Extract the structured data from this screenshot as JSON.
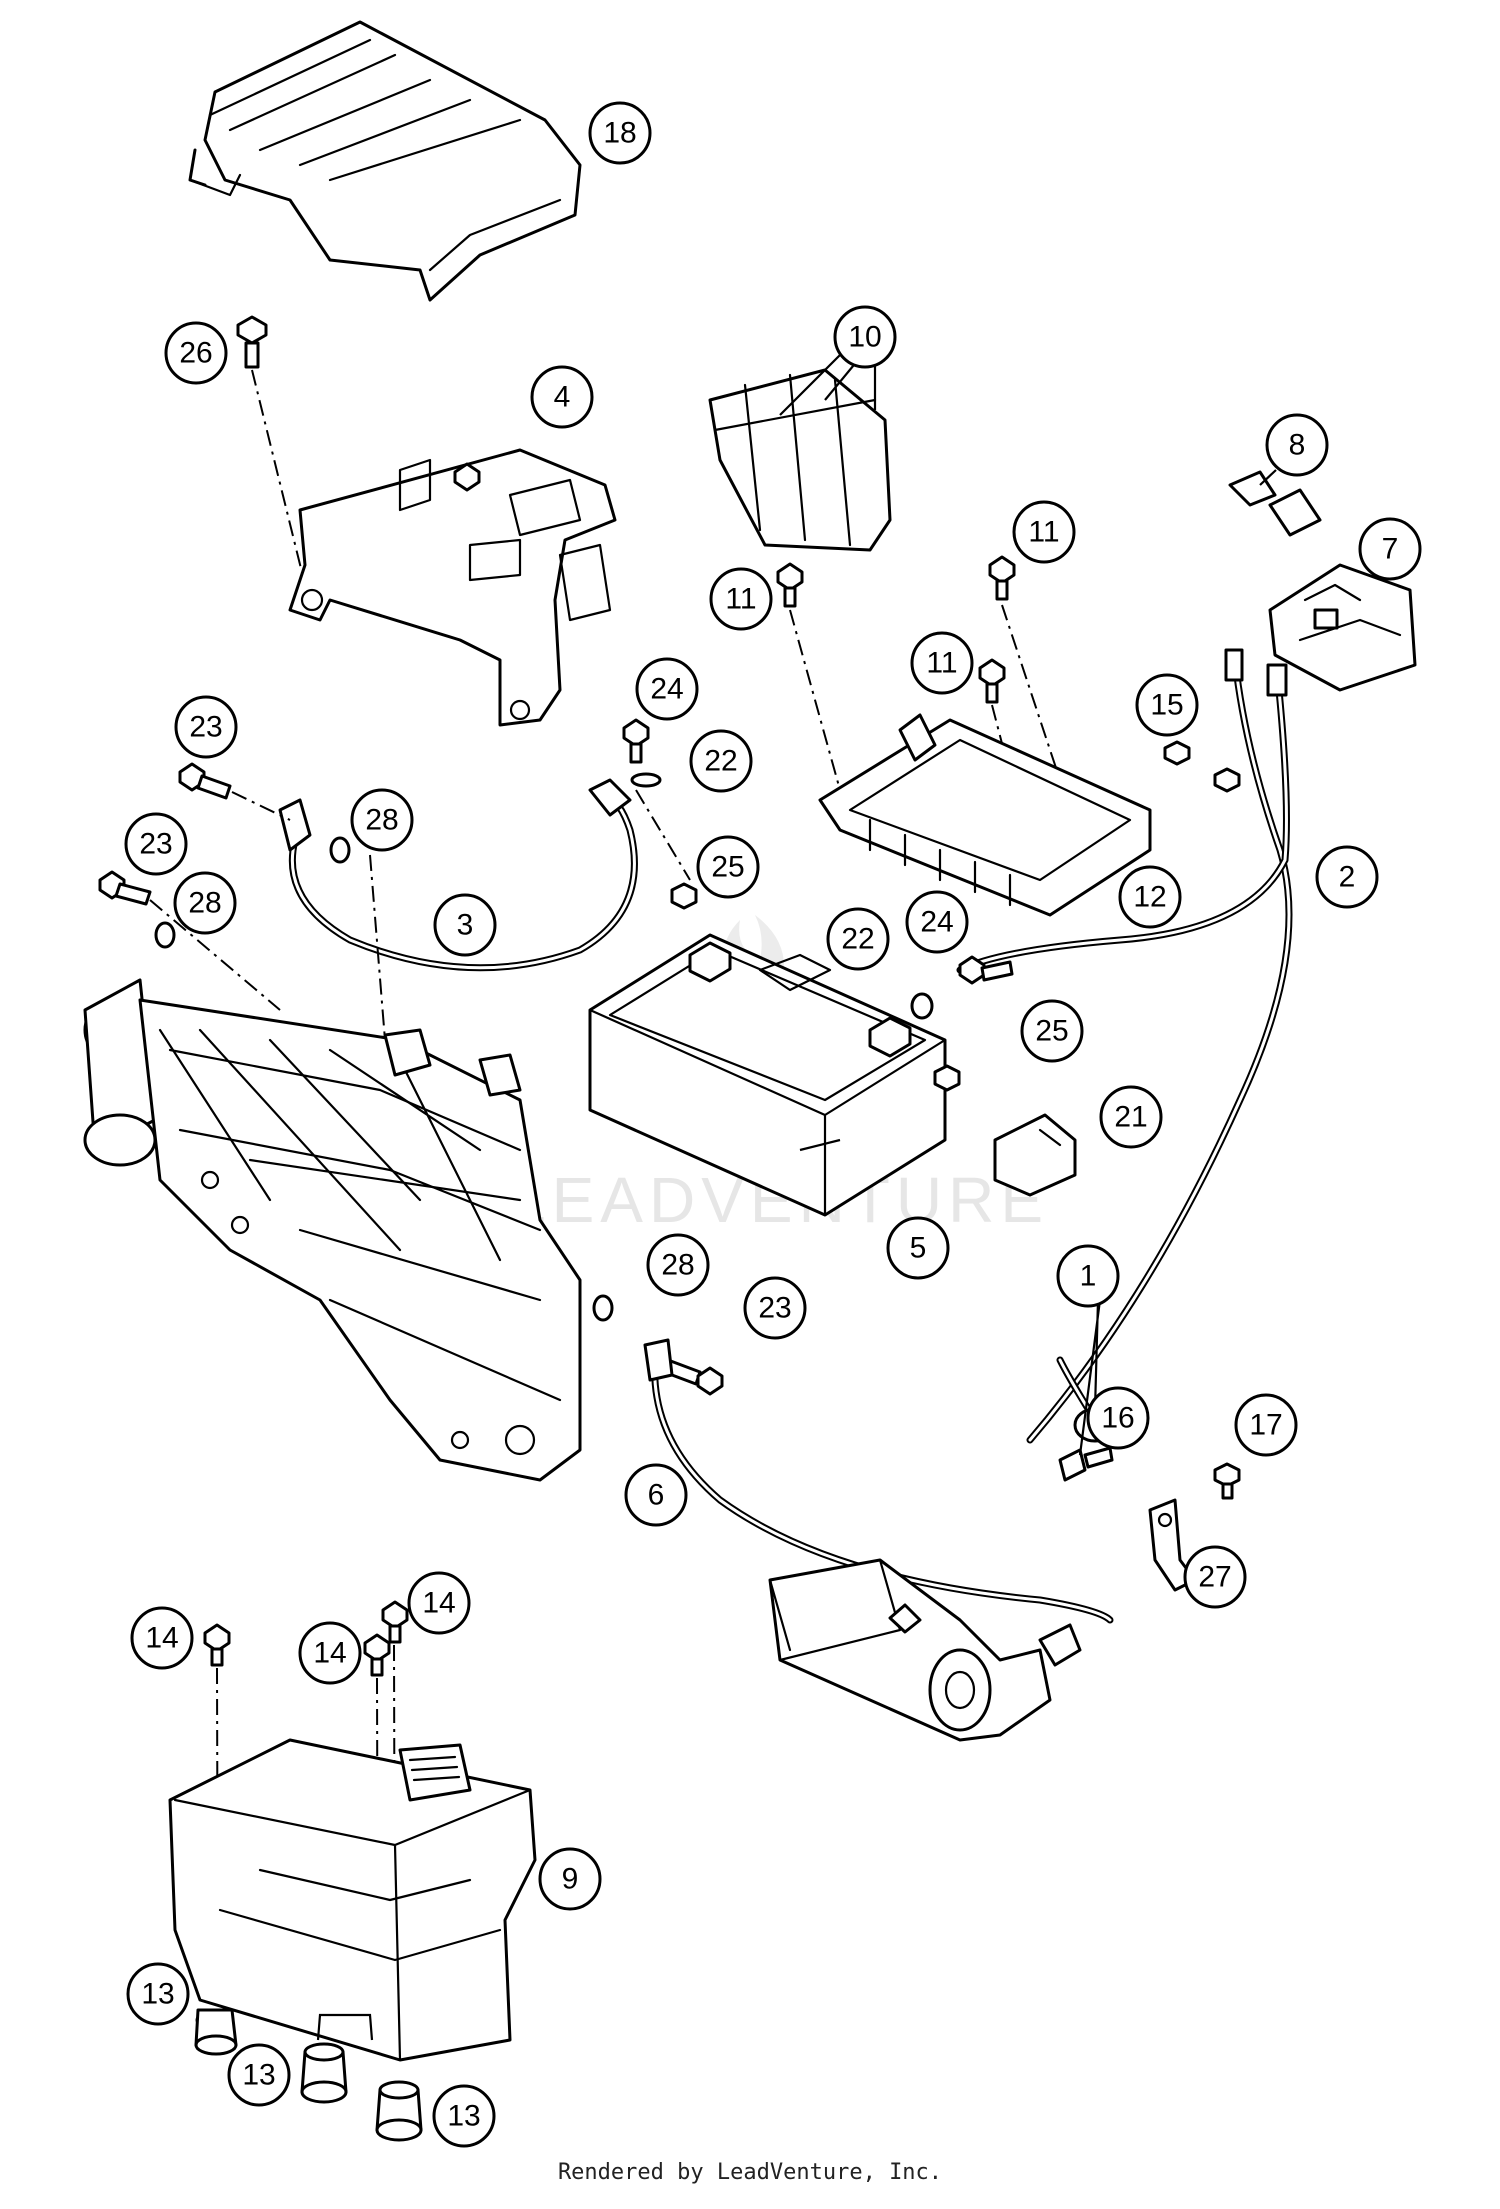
{
  "watermark": "LEADVENTURE",
  "credit": "Rendered by LeadVenture, Inc.",
  "callouts": [
    {
      "id": "18",
      "text": "18"
    },
    {
      "id": "26",
      "text": "26"
    },
    {
      "id": "4",
      "text": "4"
    },
    {
      "id": "10",
      "text": "10"
    },
    {
      "id": "8",
      "text": "8"
    },
    {
      "id": "7",
      "text": "7"
    },
    {
      "id": "11a",
      "text": "11"
    },
    {
      "id": "11b",
      "text": "11"
    },
    {
      "id": "11c",
      "text": "11"
    },
    {
      "id": "15",
      "text": "15"
    },
    {
      "id": "24a",
      "text": "24"
    },
    {
      "id": "22a",
      "text": "22"
    },
    {
      "id": "23a",
      "text": "23"
    },
    {
      "id": "28a",
      "text": "28"
    },
    {
      "id": "23b",
      "text": "23"
    },
    {
      "id": "28b",
      "text": "28"
    },
    {
      "id": "3",
      "text": "3"
    },
    {
      "id": "25a",
      "text": "25"
    },
    {
      "id": "12",
      "text": "12"
    },
    {
      "id": "2",
      "text": "2"
    },
    {
      "id": "24b",
      "text": "24"
    },
    {
      "id": "22b",
      "text": "22"
    },
    {
      "id": "25b",
      "text": "25"
    },
    {
      "id": "21",
      "text": "21"
    },
    {
      "id": "5",
      "text": "5"
    },
    {
      "id": "28c",
      "text": "28"
    },
    {
      "id": "23c",
      "text": "23"
    },
    {
      "id": "1",
      "text": "1"
    },
    {
      "id": "16",
      "text": "16"
    },
    {
      "id": "17",
      "text": "17"
    },
    {
      "id": "6",
      "text": "6"
    },
    {
      "id": "27",
      "text": "27"
    },
    {
      "id": "14a",
      "text": "14"
    },
    {
      "id": "14b",
      "text": "14"
    },
    {
      "id": "14c",
      "text": "14"
    },
    {
      "id": "9",
      "text": "9"
    },
    {
      "id": "13a",
      "text": "13"
    },
    {
      "id": "13b",
      "text": "13"
    },
    {
      "id": "13c",
      "text": "13"
    }
  ]
}
